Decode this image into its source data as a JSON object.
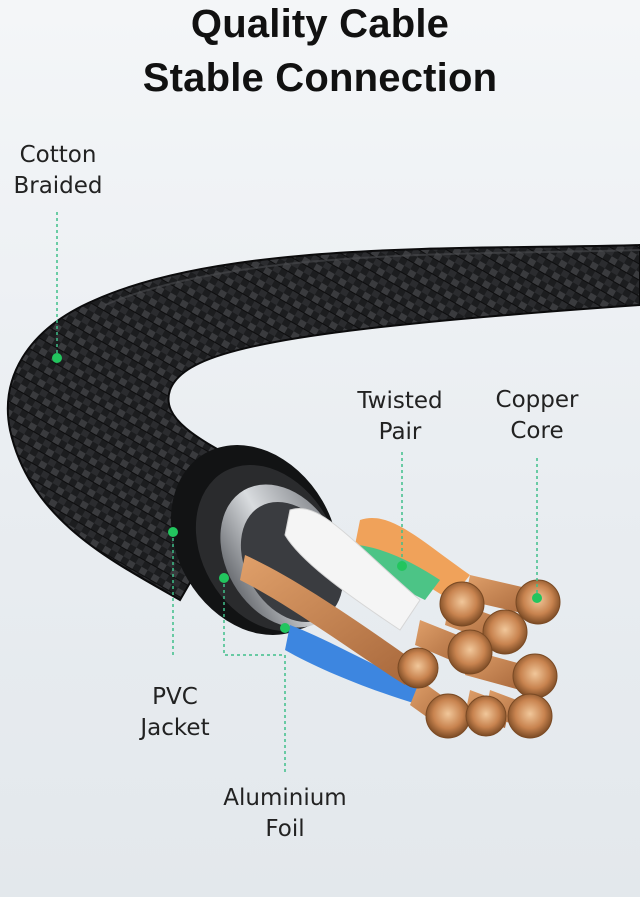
{
  "headline": {
    "line1": "Quality Cable",
    "line2": "Stable Connection"
  },
  "callouts": {
    "cotton_braided": {
      "line1": "Cotton",
      "line2": "Braided"
    },
    "twisted_pair": {
      "line1": "Twisted",
      "line2": "Pair"
    },
    "copper_core": {
      "line1": "Copper",
      "line2": "Core"
    },
    "pvc_jacket": {
      "line1": "PVC",
      "line2": "Jacket"
    },
    "aluminium_foil": {
      "line1": "Aluminium",
      "line2": "Foil"
    }
  },
  "colors": {
    "callout_dot": "#22c55e",
    "leader_line": "#3fbf8a",
    "braid": "#1b1c1e",
    "copper": "#c8834f",
    "wire_orange": "#f0a25a",
    "wire_green": "#4cc486",
    "wire_blue": "#3d86e0",
    "wire_white": "#f5f5f5"
  }
}
